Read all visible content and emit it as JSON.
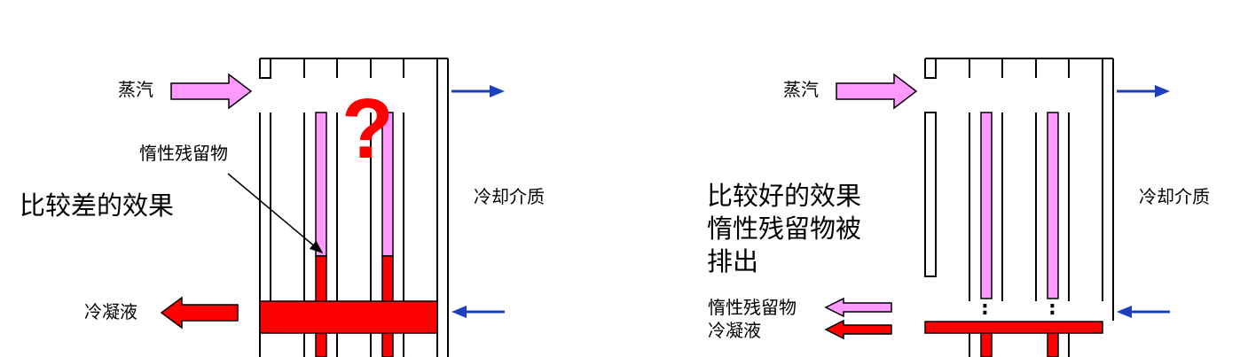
{
  "diagram": {
    "left": {
      "steam_label": "蒸汽",
      "inert_label": "惰性残留物",
      "result_label": "比较差的效果",
      "condensate_label": "冷凝液",
      "coolant_label": "冷却介质",
      "question_mark": "?"
    },
    "right": {
      "steam_label": "蒸汽",
      "result_label": "比较好的效果\n惰性残留物被\n排出",
      "inert_label": "惰性残留物",
      "condensate_label": "冷凝液",
      "coolant_label": "冷却介质",
      "dots": ":"
    },
    "colors": {
      "condensate_red": "#ff0000",
      "inert_pink": "#ff99ff",
      "coolant_blue": "#1a3fbf",
      "outline": "#000000"
    }
  }
}
